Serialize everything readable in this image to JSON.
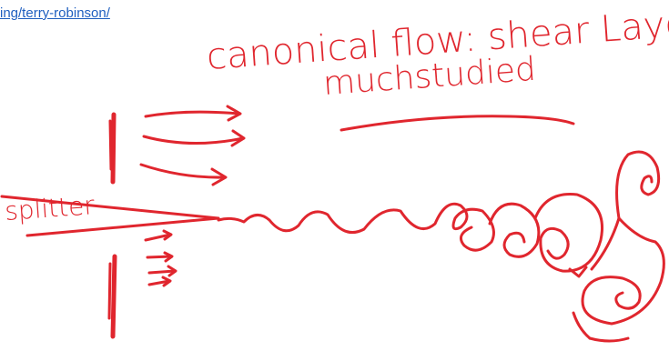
{
  "link": {
    "text": "ing/terry-robinson/"
  },
  "ink": {
    "color": "#e0262e",
    "line1": "canonical flow: shear Layer",
    "line2": "muchstudied",
    "splitter_label": "splitter"
  },
  "link_color": "#1f5fbf"
}
